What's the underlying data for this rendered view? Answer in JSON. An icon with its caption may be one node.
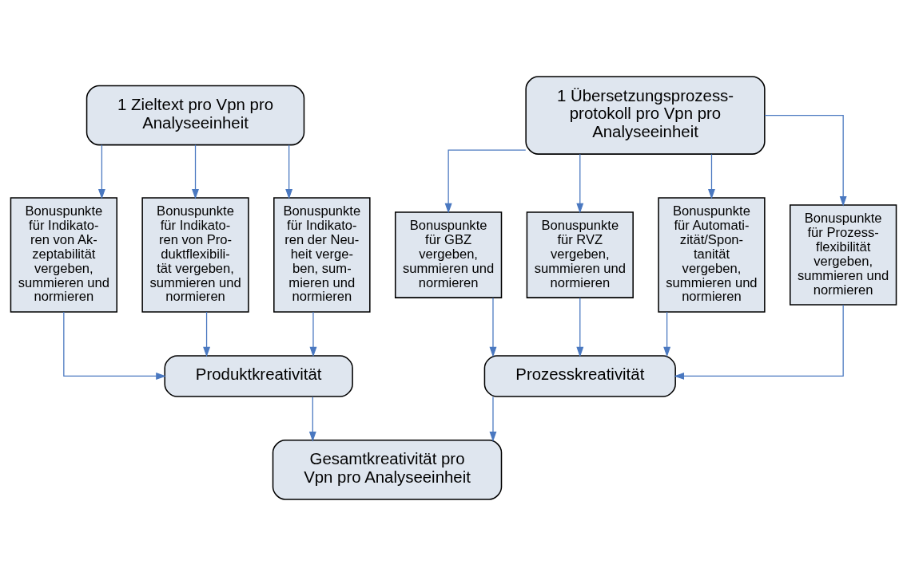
{
  "diagram": {
    "nodes": [
      {
        "text": [
          "1 Zieltext pro Vpn pro Analyseeinheit"
        ]
      },
      {
        "text": [
          "1 Übersetzungsprozess- protokoll pro Vpn pro Analyseeinheit"
        ]
      },
      {
        "text": [
          "Bonuspunkte für Indikato- ren von Ak- zeptabilität vergeben, summieren und normieren"
        ]
      },
      {
        "text": [
          "Bonuspunkte für Indikato- ren von Pro- duktflexibili- tät vergeben, summieren und normieren"
        ]
      },
      {
        "text": [
          "Bonuspunkte für Indikato- ren der Neu- heit verge- ben, sum- mieren und normieren"
        ]
      },
      {
        "text": [
          "Bonuspunkte für GBZ vergeben, summieren und normieren"
        ]
      },
      {
        "text": [
          "Bonuspunkte für RVZ vergeben, summieren und normieren"
        ]
      },
      {
        "text": [
          "Bonuspunkte für Automati- zität/Spon- tanität vergeben, summieren und normieren"
        ]
      },
      {
        "text": [
          "Bonuspunkte für Prozess- flexibilität vergeben, summieren und normieren"
        ]
      },
      {
        "text": [
          "Produktkreativität"
        ]
      },
      {
        "text": [
          "Prozesskreativität"
        ]
      },
      {
        "text": [
          "Gesamtkreativität pro Vpn pro Analyseeinheit"
        ]
      }
    ],
    "edges": [
      {
        "from": 0,
        "to": 2,
        "arrow": "to"
      },
      {
        "from": 0,
        "to": 3,
        "arrow": "to"
      },
      {
        "from": 0,
        "to": 4,
        "arrow": "to"
      },
      {
        "from": 1,
        "to": 5,
        "arrow": "to"
      },
      {
        "from": 1,
        "to": 6,
        "arrow": "to"
      },
      {
        "from": 1,
        "to": 7,
        "arrow": "to"
      },
      {
        "from": 1,
        "to": 8,
        "arrow": "to"
      },
      {
        "from": 2,
        "to": 9,
        "arrow": "to"
      },
      {
        "from": 3,
        "to": 9,
        "arrow": "to"
      },
      {
        "from": 4,
        "to": 9,
        "arrow": "to"
      },
      {
        "from": 5,
        "to": 10,
        "arrow": "to"
      },
      {
        "from": 6,
        "to": 10,
        "arrow": "to"
      },
      {
        "from": 7,
        "to": 10,
        "arrow": "to"
      },
      {
        "from": 8,
        "to": 10,
        "arrow": "to"
      },
      {
        "from": 9,
        "to": 11,
        "arrow": "to"
      },
      {
        "from": 10,
        "to": 11,
        "arrow": "to"
      }
    ]
  }
}
